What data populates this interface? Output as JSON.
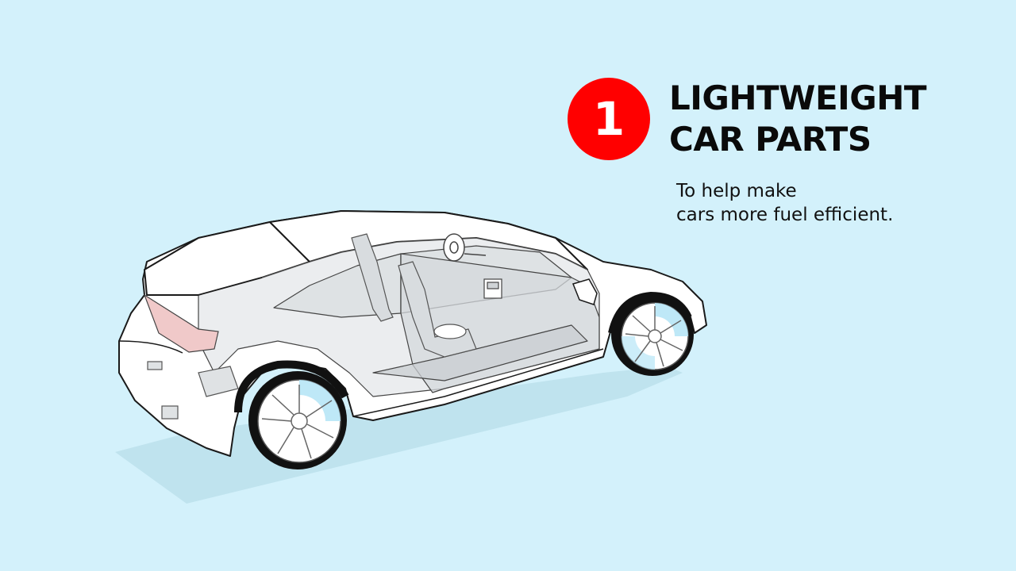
{
  "badge": {
    "number": "1",
    "color": "#ff0000"
  },
  "headline": {
    "line1": "LIGHTWEIGHT",
    "line2": "CAR PARTS"
  },
  "subtext": {
    "line1": "To help make",
    "line2": "cars more fuel efficient."
  },
  "colors": {
    "background": "#d3f1fb",
    "shadow": "#bfe3ee",
    "outline": "#1a1a1a",
    "body_fill": "#ffffff",
    "glass_fill": "#e4e7ea",
    "taillight": "#f0c9c9",
    "tire": "#111111",
    "rim_fill": "#ffffff",
    "rim_tint": "#b7e6f6"
  },
  "illustration": {
    "subject": "car-illustration",
    "icons": [
      "car-icon",
      "steering-wheel-icon",
      "wheel-icon"
    ]
  }
}
